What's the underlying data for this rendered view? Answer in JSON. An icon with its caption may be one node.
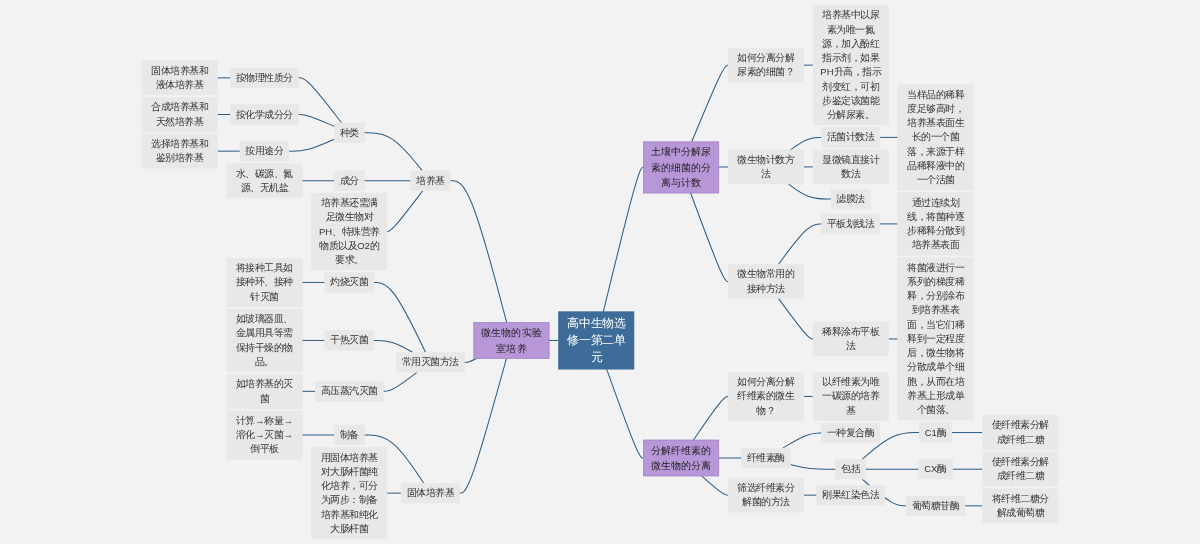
{
  "diagram": {
    "nodes": [
      {
        "text": [
          "高中生物选修一第二单元"
        ]
      },
      {
        "text": [
          "微生物的实验室培养"
        ]
      },
      {
        "text": [
          "培养基"
        ]
      },
      {
        "text": [
          "种类"
        ]
      },
      {
        "text": [
          "按物理性质分"
        ]
      },
      {
        "text": [
          "固体培养基和液体培养基"
        ]
      },
      {
        "text": [
          "按化学成分分"
        ]
      },
      {
        "text": [
          "合成培养基和天然培养基"
        ]
      },
      {
        "text": [
          "按用途分"
        ]
      },
      {
        "text": [
          "选择培养基和鉴别培养基"
        ]
      },
      {
        "text": [
          "成分"
        ]
      },
      {
        "text": [
          "水、碳源、氮源、无机盐"
        ]
      },
      {
        "text": [
          "培养基还需满足微生物对PH、特殊营养物质以及O2的要求。"
        ]
      },
      {
        "text": [
          "常用灭菌方法"
        ]
      },
      {
        "text": [
          "灼烧灭菌"
        ]
      },
      {
        "text": [
          "将接种工具如接种环、接种针灭菌"
        ]
      },
      {
        "text": [
          "干热灭菌"
        ]
      },
      {
        "text": [
          "如玻璃器皿、金属用具等需保持干燥的物品。"
        ]
      },
      {
        "text": [
          "高压蒸汽灭菌"
        ]
      },
      {
        "text": [
          "如培养基的灭菌"
        ]
      },
      {
        "text": [
          "固体培养基"
        ]
      },
      {
        "text": [
          "制备"
        ]
      },
      {
        "text": [
          "计算→称量→溶化→灭菌→倒平板"
        ]
      },
      {
        "text": [
          "用固体培养基对大肠杆菌纯化培养，可分为两步：制备培养基和纯化大肠杆菌"
        ]
      },
      {
        "text": [
          "土壤中分解尿素的细菌的分离与计数"
        ]
      },
      {
        "text": [
          "如何分离分解尿素的细菌？"
        ]
      },
      {
        "text": [
          "培养基中以尿素为唯一氮源，加入酚红指示剂，如果PH升高，指示剂变红，可初步鉴定该菌能分解尿素。"
        ]
      },
      {
        "text": [
          "微生物计数方法"
        ]
      },
      {
        "text": [
          "活菌计数法"
        ]
      },
      {
        "text": [
          "当样品的稀释度足够高时，培养基表面生长的一个菌落，来源于样品稀释液中的一个活菌"
        ]
      },
      {
        "text": [
          "显微镜直接计数法"
        ]
      },
      {
        "text": [
          "滤膜法"
        ]
      },
      {
        "text": [
          "微生物常用的接种方法"
        ]
      },
      {
        "text": [
          "平板划线法"
        ]
      },
      {
        "text": [
          "通过连续划线，将菌种逐步稀释分散到培养基表面"
        ]
      },
      {
        "text": [
          "稀释涂布平板法"
        ]
      },
      {
        "text": [
          "将菌液进行一系列的梯度稀释，分别涂布到培养基表面，当它们稀释到一定程度后，微生物将分散成单个细胞，从而在培养基上形成单个菌落。"
        ]
      },
      {
        "text": [
          "分解纤维素的微生物的分离"
        ]
      },
      {
        "text": [
          "如何分离分解纤维素的微生物？"
        ]
      },
      {
        "text": [
          "以纤维素为唯一碳源的培养基"
        ]
      },
      {
        "text": [
          "纤维素酶"
        ]
      },
      {
        "text": [
          "一种复合酶"
        ]
      },
      {
        "text": [
          "包括"
        ]
      },
      {
        "text": [
          "C1酶"
        ]
      },
      {
        "text": [
          "使纤维素分解成纤维二糖"
        ]
      },
      {
        "text": [
          "CX酶"
        ]
      },
      {
        "text": [
          "使纤维素分解成纤维二糖"
        ]
      },
      {
        "text": [
          "葡萄糖苷酶"
        ]
      },
      {
        "text": [
          "将纤维二糖分解成葡萄糖"
        ]
      },
      {
        "text": [
          "筛选纤维素分解菌的方法"
        ]
      },
      {
        "text": [
          "刚果红染色法"
        ]
      }
    ],
    "edges": [
      {
        "from": 0,
        "to": 1,
        "arrow": "none"
      },
      {
        "from": 1,
        "to": 2,
        "arrow": "none"
      },
      {
        "from": 2,
        "to": 3,
        "arrow": "none"
      },
      {
        "from": 3,
        "to": 4,
        "arrow": "none"
      },
      {
        "from": 4,
        "to": 5,
        "arrow": "none"
      },
      {
        "from": 3,
        "to": 6,
        "arrow": "none"
      },
      {
        "from": 6,
        "to": 7,
        "arrow": "none"
      },
      {
        "from": 3,
        "to": 8,
        "arrow": "none"
      },
      {
        "from": 8,
        "to": 9,
        "arrow": "none"
      },
      {
        "from": 2,
        "to": 10,
        "arrow": "none"
      },
      {
        "from": 10,
        "to": 11,
        "arrow": "none"
      },
      {
        "from": 2,
        "to": 12,
        "arrow": "none"
      },
      {
        "from": 1,
        "to": 13,
        "arrow": "none"
      },
      {
        "from": 13,
        "to": 14,
        "arrow": "none"
      },
      {
        "from": 14,
        "to": 15,
        "arrow": "none"
      },
      {
        "from": 13,
        "to": 16,
        "arrow": "none"
      },
      {
        "from": 16,
        "to": 17,
        "arrow": "none"
      },
      {
        "from": 13,
        "to": 18,
        "arrow": "none"
      },
      {
        "from": 18,
        "to": 19,
        "arrow": "none"
      },
      {
        "from": 1,
        "to": 20,
        "arrow": "none"
      },
      {
        "from": 20,
        "to": 21,
        "arrow": "none"
      },
      {
        "from": 21,
        "to": 22,
        "arrow": "none"
      },
      {
        "from": 20,
        "to": 23,
        "arrow": "none"
      },
      {
        "from": 0,
        "to": 24,
        "arrow": "none"
      },
      {
        "from": 24,
        "to": 25,
        "arrow": "none"
      },
      {
        "from": 25,
        "to": 26,
        "arrow": "none"
      },
      {
        "from": 24,
        "to": 27,
        "arrow": "none"
      },
      {
        "from": 27,
        "to": 28,
        "arrow": "none"
      },
      {
        "from": 28,
        "to": 29,
        "arrow": "none"
      },
      {
        "from": 27,
        "to": 30,
        "arrow": "none"
      },
      {
        "from": 27,
        "to": 31,
        "arrow": "none"
      },
      {
        "from": 24,
        "to": 32,
        "arrow": "none"
      },
      {
        "from": 32,
        "to": 33,
        "arrow": "none"
      },
      {
        "from": 33,
        "to": 34,
        "arrow": "none"
      },
      {
        "from": 32,
        "to": 35,
        "arrow": "none"
      },
      {
        "from": 35,
        "to": 36,
        "arrow": "none"
      },
      {
        "from": 0,
        "to": 37,
        "arrow": "none"
      },
      {
        "from": 37,
        "to": 38,
        "arrow": "none"
      },
      {
        "from": 38,
        "to": 39,
        "arrow": "none"
      },
      {
        "from": 37,
        "to": 40,
        "arrow": "none"
      },
      {
        "from": 40,
        "to": 41,
        "arrow": "none"
      },
      {
        "from": 40,
        "to": 42,
        "arrow": "none"
      },
      {
        "from": 42,
        "to": 43,
        "arrow": "none"
      },
      {
        "from": 43,
        "to": 44,
        "arrow": "none"
      },
      {
        "from": 42,
        "to": 45,
        "arrow": "none"
      },
      {
        "from": 45,
        "to": 46,
        "arrow": "none"
      },
      {
        "from": 42,
        "to": 47,
        "arrow": "none"
      },
      {
        "from": 47,
        "to": 48,
        "arrow": "none"
      },
      {
        "from": 37,
        "to": 49,
        "arrow": "none"
      },
      {
        "from": 49,
        "to": 50,
        "arrow": "none"
      }
    ]
  }
}
